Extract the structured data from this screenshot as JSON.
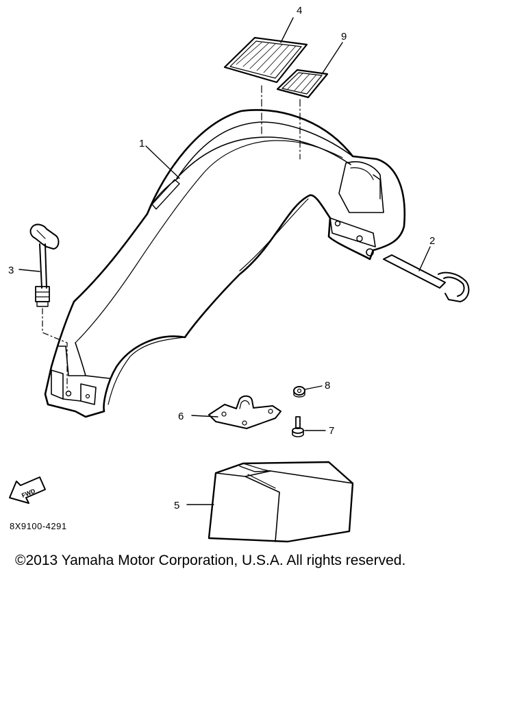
{
  "callouts": {
    "c1": "1",
    "c2": "2",
    "c3": "3",
    "c4": "4",
    "c5": "5",
    "c6": "6",
    "c7": "7",
    "c8": "8",
    "c9": "9"
  },
  "fwd_label": "FWD",
  "diagram_code": "8X9100-4291",
  "copyright": "©2013 Yamaha Motor Corporation, U.S.A. All rights reserved.",
  "colors": {
    "ink": "#000000",
    "paper": "#ffffff"
  }
}
